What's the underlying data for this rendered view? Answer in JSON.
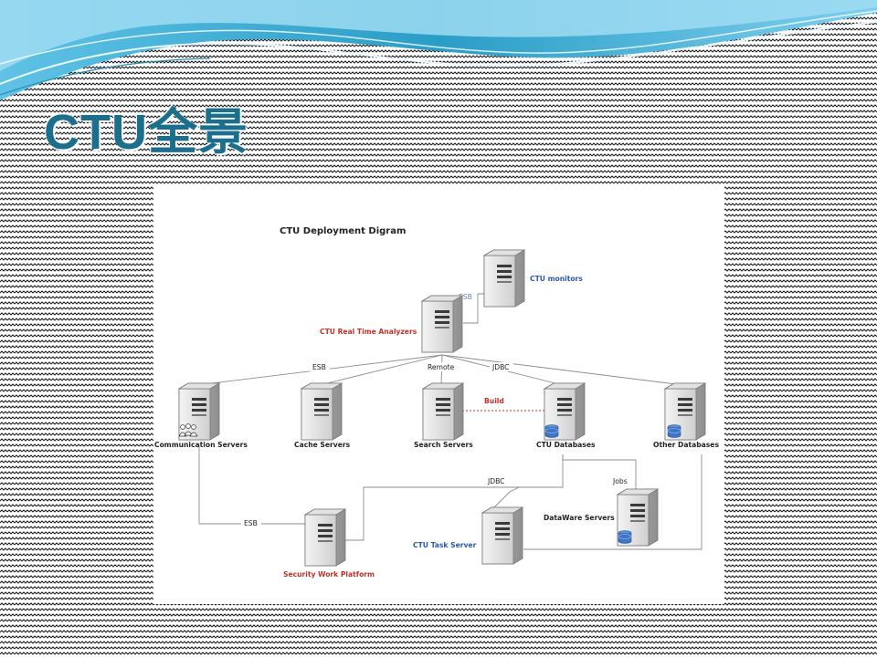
{
  "slide": {
    "title": "CTU全景",
    "page_number": ""
  },
  "diagram": {
    "title": "CTU Deployment Digram",
    "nodes": {
      "monitors": "CTU monitors",
      "analyzers": "CTU Real Time Analyzers",
      "communication": "Communication Servers",
      "cache": "Cache Servers",
      "search": "Search Servers",
      "ctu_databases": "CTU Databases",
      "other_databases": "Other Databases",
      "dataware": "DataWare Servers",
      "task_server": "CTU Task Server",
      "security_platform": "Security Work Platform"
    },
    "edge_labels": {
      "esb_monitor": "ESB",
      "esb_comm": "ESB",
      "remote": "Remote",
      "jdbc_db": "JDBC",
      "build": "Build",
      "jdbc_task": "JDBC",
      "jobs": "Jobs",
      "esb_security": "ESB"
    }
  },
  "colors": {
    "title": "#1b6f8c",
    "red_label": "#c0322b",
    "blue_label": "#2b58a8",
    "wave_light": "#8fd3ec",
    "wave_dark": "#2a9dc6"
  }
}
